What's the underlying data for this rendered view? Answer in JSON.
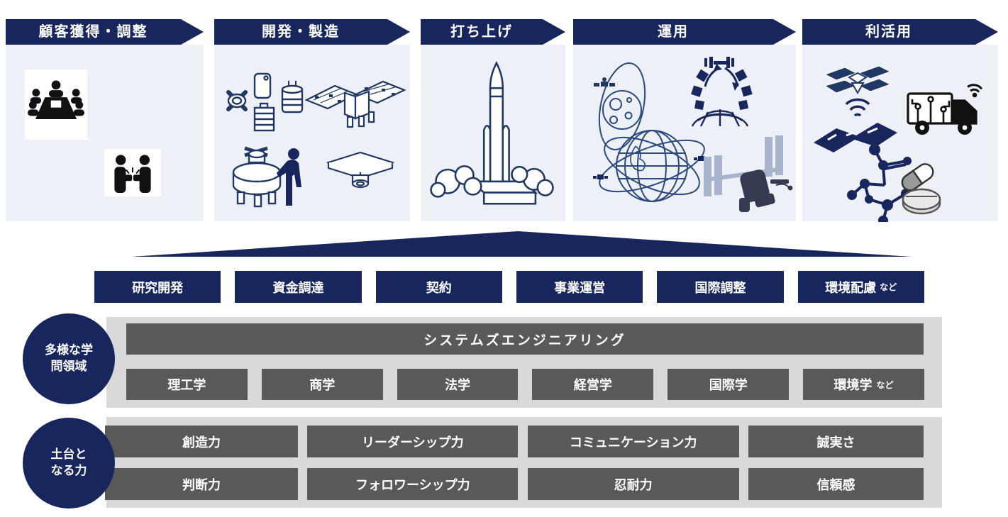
{
  "colors": {
    "navy": "#17265C",
    "dark_gray": "#595959",
    "light_gray": "#D9D9D9",
    "panel_bg": "#EDF0F6"
  },
  "pipeline": {
    "stages": [
      {
        "label": "顧客獲得・調整",
        "icons": [
          "meeting-icon",
          "handshake-icon"
        ]
      },
      {
        "label": "開発・製造",
        "icons": [
          "components-icon",
          "satellite-panels-icon",
          "assembly-icon",
          "bus-module-icon"
        ]
      },
      {
        "label": "打ち上げ",
        "icons": [
          "rocket-launch-icon"
        ]
      },
      {
        "label": "運用",
        "icons": [
          "lunar-orbit-icon",
          "constellation-icon",
          "earth-orbits-icon",
          "space-station-icon"
        ]
      },
      {
        "label": "利活用",
        "icons": [
          "earth-observation-icon",
          "connected-truck-icon",
          "pharma-molecule-icon"
        ]
      }
    ]
  },
  "functions": {
    "items": [
      {
        "label": "研究開発"
      },
      {
        "label": "資金調達"
      },
      {
        "label": "契約"
      },
      {
        "label": "事業運営"
      },
      {
        "label": "国際調整"
      },
      {
        "label": "環境配慮",
        "suffix": "など"
      }
    ]
  },
  "academic": {
    "circle": {
      "line1": "多様な学",
      "line2": "問領域"
    },
    "banner": "システムズエンジニアリング",
    "fields": [
      {
        "label": "理工学"
      },
      {
        "label": "商学"
      },
      {
        "label": "法学"
      },
      {
        "label": "経営学"
      },
      {
        "label": "国際学"
      },
      {
        "label": "環境学",
        "suffix": "など"
      }
    ]
  },
  "foundation": {
    "circle": {
      "line1": "土台と",
      "line2": "なる力"
    },
    "row1": [
      {
        "label": "創造力"
      },
      {
        "label": "リーダーシップ力"
      },
      {
        "label": "コミュニケーション力"
      },
      {
        "label": "誠実さ"
      }
    ],
    "row2": [
      {
        "label": "判断力"
      },
      {
        "label": "フォロワーシップ力"
      },
      {
        "label": "忍耐力"
      },
      {
        "label": "信頼感"
      }
    ]
  }
}
